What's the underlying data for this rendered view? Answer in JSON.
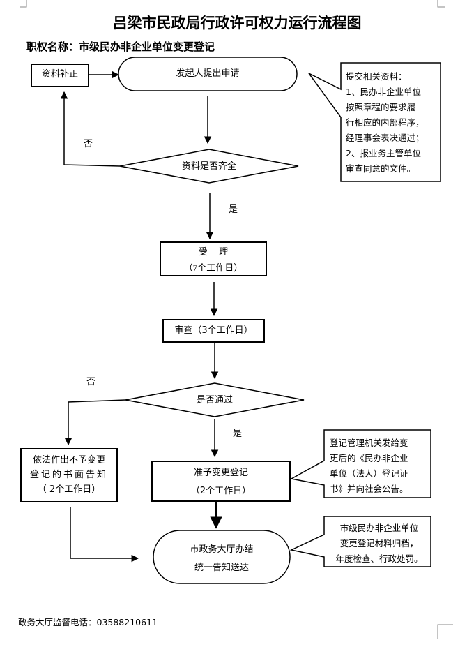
{
  "title": "吕梁市民政局行政许可权力运行流程图",
  "subtitle_label": "职权名称：",
  "subtitle_value": "市级民办非企业单位变更登记",
  "nodes": {
    "supplement": "资料补正",
    "apply": "发起人提出申请",
    "complete_check": "资料是否齐全",
    "accept_line1": "受    理",
    "accept_line2": "（7个工作日）",
    "review": "审查（3个工作日）",
    "pass_check": "是否通过",
    "approve_line1": "准予变更登记",
    "approve_line2": "（2个工作日）",
    "reject_line1": "依法作出不予变更",
    "reject_line2": "登记的书面告知",
    "reject_line3": "（ 2个工作日）",
    "finish_line1": "市政务大厅办结",
    "finish_line2": "统一告知送达"
  },
  "labels": {
    "no_top": "否",
    "yes_top": "是",
    "no_bottom": "否",
    "yes_bottom": "是"
  },
  "notes": {
    "materials": [
      "提交相关资料：",
      "1、民办非企业单位",
      "按照章程的要求履",
      "行相应的内部程序，",
      "经理事会表决通过；",
      "2、报业务主管单位",
      "审查同意的文件。"
    ],
    "issue": [
      "登记管理机关发给变",
      "更后的《民办非企业",
      "单位（法人）登记证",
      "书》并向社会公告。"
    ],
    "archive": [
      "市级民办非企业单位",
      "变更登记材料归档，",
      "年度检查、行政处罚。"
    ]
  },
  "footer": "政务大厅监督电话：03588210611"
}
